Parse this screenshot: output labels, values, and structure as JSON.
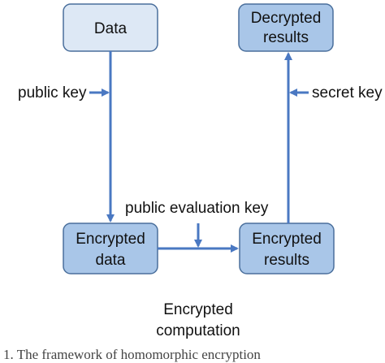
{
  "nodes": {
    "data": {
      "label": "Data"
    },
    "decrypted": {
      "line1": "Decrypted",
      "line2": "results"
    },
    "encrypted_data": {
      "line1": "Encrypted",
      "line2": "data"
    },
    "encrypted_results": {
      "line1": "Encrypted",
      "line2": "results"
    }
  },
  "keys": {
    "public_key": "public key",
    "secret_key": "secret key",
    "public_evaluation_key": "public evaluation key"
  },
  "computation": {
    "line1": "Encrypted",
    "line2": "computation"
  },
  "caption": "1. The framework of homomorphic encryption",
  "colors": {
    "plain_box_fill": "#dde8f5",
    "encrypted_box_fill": "#a9c6e8",
    "box_stroke": "#4a6f9c",
    "arrow": "#4a78c2"
  }
}
